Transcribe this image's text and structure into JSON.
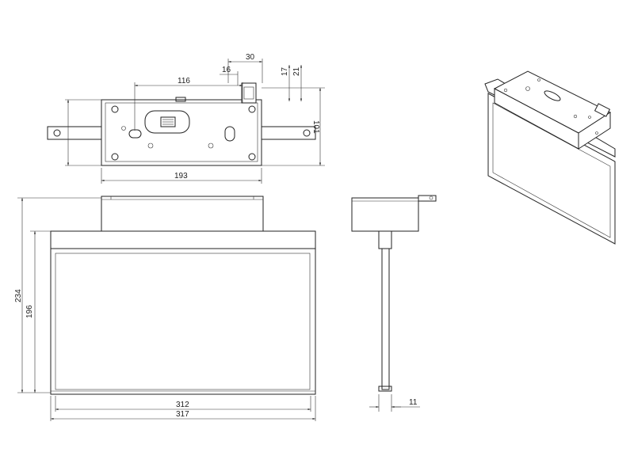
{
  "dimensions": {
    "top_view": {
      "d30": "30",
      "d16": "16",
      "d17": "17",
      "d21": "21",
      "d116": "116",
      "d101": "101",
      "d193": "193"
    },
    "front_view": {
      "d234": "234",
      "d196": "196",
      "d312": "312",
      "d317": "317"
    },
    "side_view": {
      "d11": "11"
    }
  }
}
